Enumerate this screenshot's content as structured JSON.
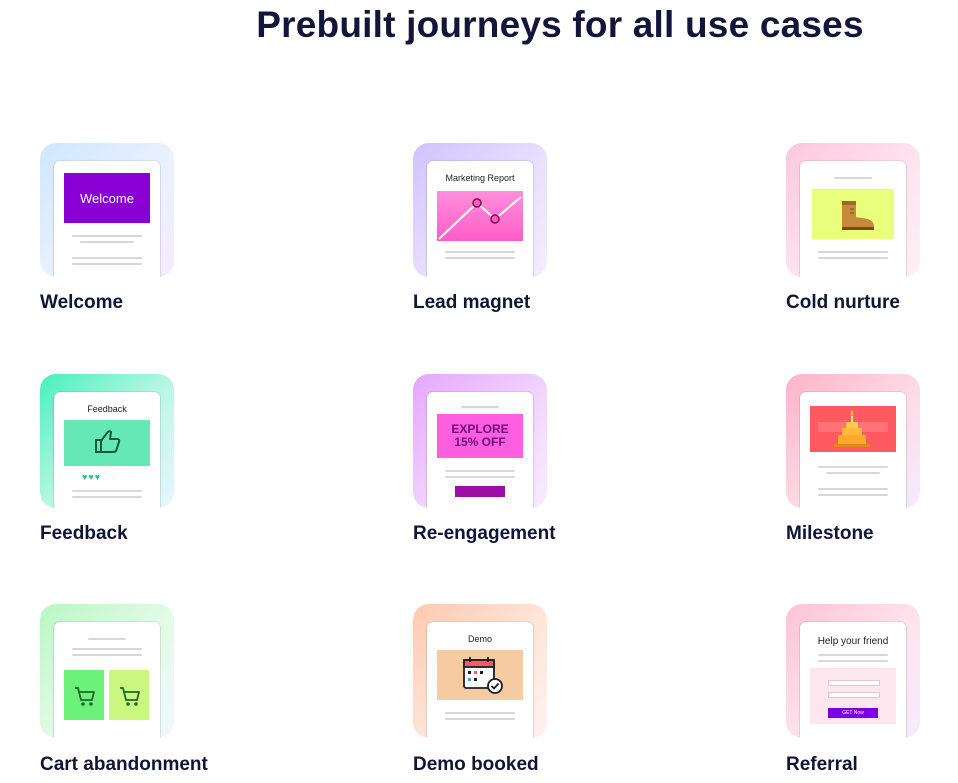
{
  "page": {
    "title": "Prebuilt journeys for all use cases"
  },
  "journeys": [
    {
      "label": "Welcome",
      "banner_text": "Welcome",
      "icon": "welcome-banner"
    },
    {
      "label": "Lead magnet",
      "caption": "Marketing Report",
      "icon": "line-chart-icon"
    },
    {
      "label": "Cold nurture",
      "icon": "boot-icon"
    },
    {
      "label": "Feedback",
      "caption": "Feedback",
      "icon": "thumbs-up-icon"
    },
    {
      "label": "Re-engagement",
      "banner_line1": "EXPLORE",
      "banner_line2": "15% OFF",
      "icon": "discount-banner"
    },
    {
      "label": "Milestone",
      "icon": "birthday-cake-icon"
    },
    {
      "label": "Cart abandonment",
      "icon": "shopping-cart-icon"
    },
    {
      "label": "Demo booked",
      "caption": "Demo",
      "icon": "calendar-check-icon"
    },
    {
      "label": "Referral",
      "caption": "Help your friend",
      "button_text": "GET Now",
      "icon": "referral-form"
    }
  ],
  "colors": {
    "title": "#13163a",
    "purple": "#8a00d4",
    "pink": "#ff6fd0",
    "yellow": "#e9ff7c",
    "mint": "#66e8b6",
    "magenta_banner": "#ff5ee0",
    "coral": "#ff5a5f",
    "green": "#6cf27a",
    "peach": "#f7cba1"
  }
}
